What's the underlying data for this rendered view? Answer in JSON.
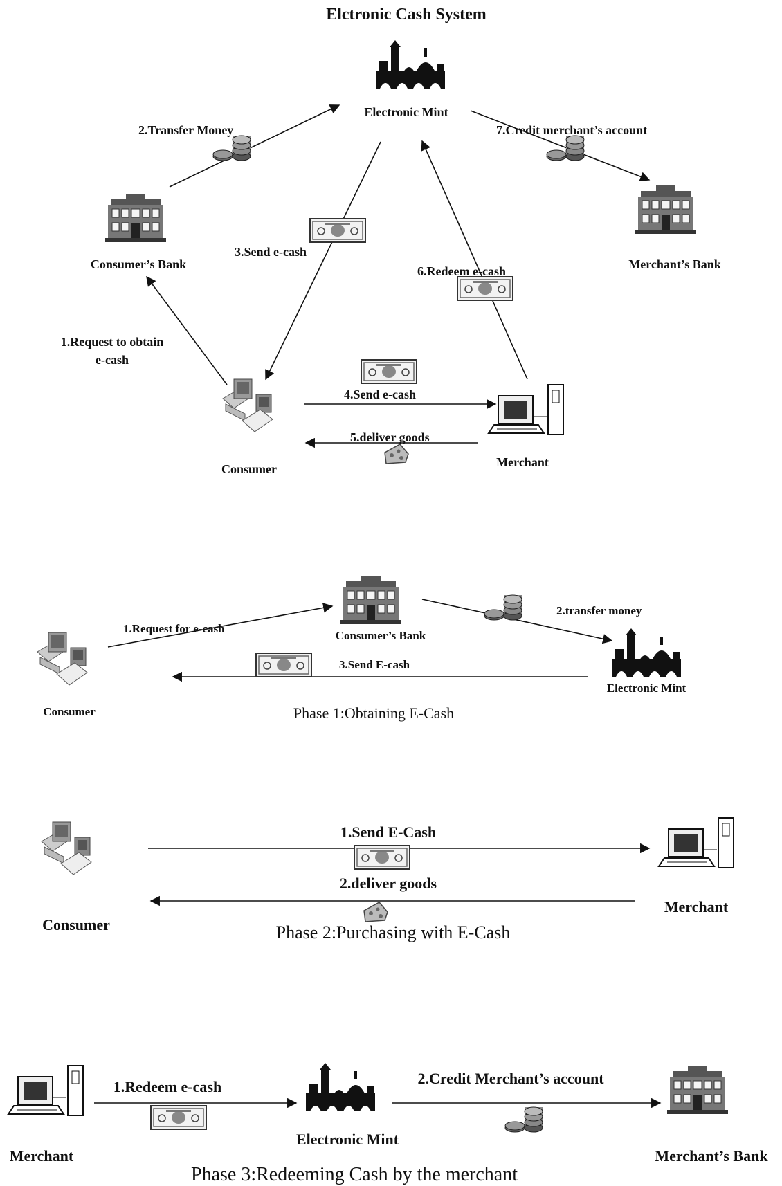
{
  "main": {
    "title": "Elctronic Cash System",
    "nodes": {
      "mint": "Electronic Mint",
      "consumer_bank": "Consumer’s Bank",
      "merchant_bank": "Merchant’s Bank",
      "consumer": "Consumer",
      "merchant": "Merchant"
    },
    "steps": {
      "s1_line1": "1.Request to obtain",
      "s1_line2": "e-cash",
      "s2": "2.Transfer Money",
      "s3": "3.Send e-cash",
      "s4": "4.Send e-cash",
      "s5": "5.deliver goods",
      "s6": "6.Redeem e-cash",
      "s7": "7.Credit merchant’s account"
    }
  },
  "phase1": {
    "caption": "Phase 1:Obtaining E-Cash",
    "consumer": "Consumer",
    "bank": "Consumer’s Bank",
    "mint": "Electronic Mint",
    "s1": "1.Request for e-cash",
    "s2": "2.transfer money",
    "s3": "3.Send E-cash"
  },
  "phase2": {
    "caption": "Phase 2:Purchasing with E-Cash",
    "consumer": "Consumer",
    "merchant": "Merchant",
    "s1": "1.Send E-Cash",
    "s2": "2.deliver goods"
  },
  "phase3": {
    "caption": "Phase 3:Redeeming Cash by the merchant",
    "merchant": "Merchant",
    "mint": "Electronic Mint",
    "bank": "Merchant’s Bank",
    "s1": "1.Redeem e-cash",
    "s2": "2.Credit Merchant’s account"
  }
}
